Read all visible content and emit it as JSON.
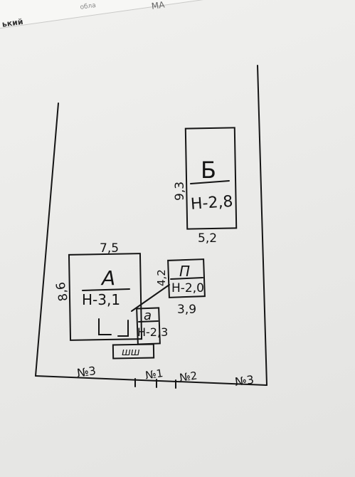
{
  "header": {
    "word1": "ький",
    "word2": "обла",
    "word3": "МА"
  },
  "plot": {
    "buildings": {
      "A": {
        "letter": "А",
        "code": "Н-3,1",
        "width": "7,5",
        "depth": "8,6"
      },
      "B": {
        "letter": "Б",
        "code": "Н-2,8",
        "width": "5,2",
        "depth": "9,3"
      },
      "P": {
        "letter": "П",
        "code": "Н-2,0",
        "width": "3,9",
        "depth": "4,2"
      },
      "a": {
        "letter": "а",
        "code": "Н-2,3"
      }
    },
    "porch_label": "шш",
    "boundary_labels": {
      "left": "№3",
      "middle1": "№1",
      "middle2": "№2",
      "right": "№3"
    }
  }
}
